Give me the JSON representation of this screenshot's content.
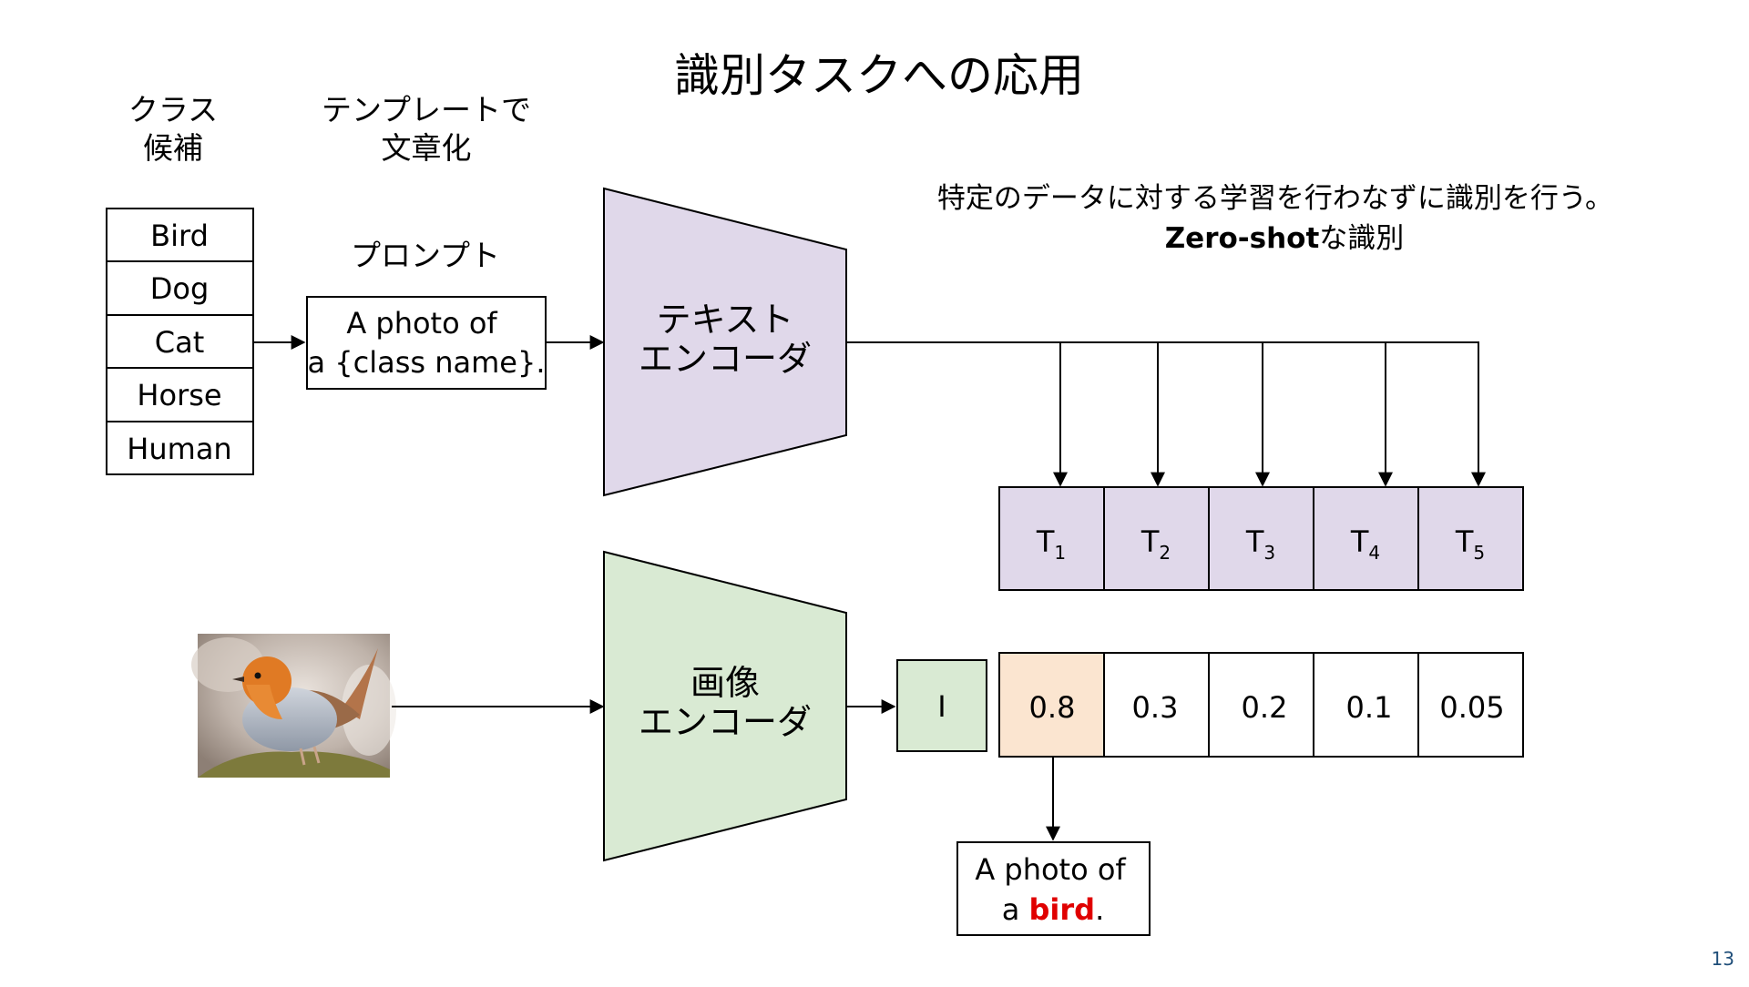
{
  "slide": {
    "title": "識別タスクへの応用",
    "page_number": "13"
  },
  "labels": {
    "class_candidates": [
      "クラス",
      "候補"
    ],
    "template_sentence": [
      "テンプレートで",
      "文章化"
    ],
    "prompt": "プロンプト",
    "note_line1": "特定のデータに対する学習を行わなずに識別を行う。",
    "note_bold": "Zero-shot",
    "note_rest": "な識別"
  },
  "classes": [
    "Bird",
    "Dog",
    "Cat",
    "Horse",
    "Human"
  ],
  "prompt_template": [
    "A photo of",
    "a {class name}."
  ],
  "text_encoder": {
    "lines": [
      "テキスト",
      "エンコーダ"
    ],
    "color": "#e0d8ea"
  },
  "image_encoder": {
    "lines": [
      "画像",
      "エンコーダ"
    ],
    "color": "#d9ead3"
  },
  "text_features": [
    {
      "base": "T",
      "sub": "1"
    },
    {
      "base": "T",
      "sub": "2"
    },
    {
      "base": "T",
      "sub": "3"
    },
    {
      "base": "T",
      "sub": "4"
    },
    {
      "base": "T",
      "sub": "5"
    }
  ],
  "image_feature": "I",
  "scores": [
    "0.8",
    "0.3",
    "0.2",
    "0.1",
    "0.05"
  ],
  "result": {
    "line1": "A photo of",
    "prefix": "a ",
    "word": "bird",
    "suffix": "."
  },
  "colors": {
    "highlight": "#fbe5d0",
    "text_feature_fill": "#e0d8ea",
    "image_feature_fill": "#d9ead3",
    "result_word": "#e00000"
  },
  "icons": {
    "photo": "bird-photo"
  }
}
